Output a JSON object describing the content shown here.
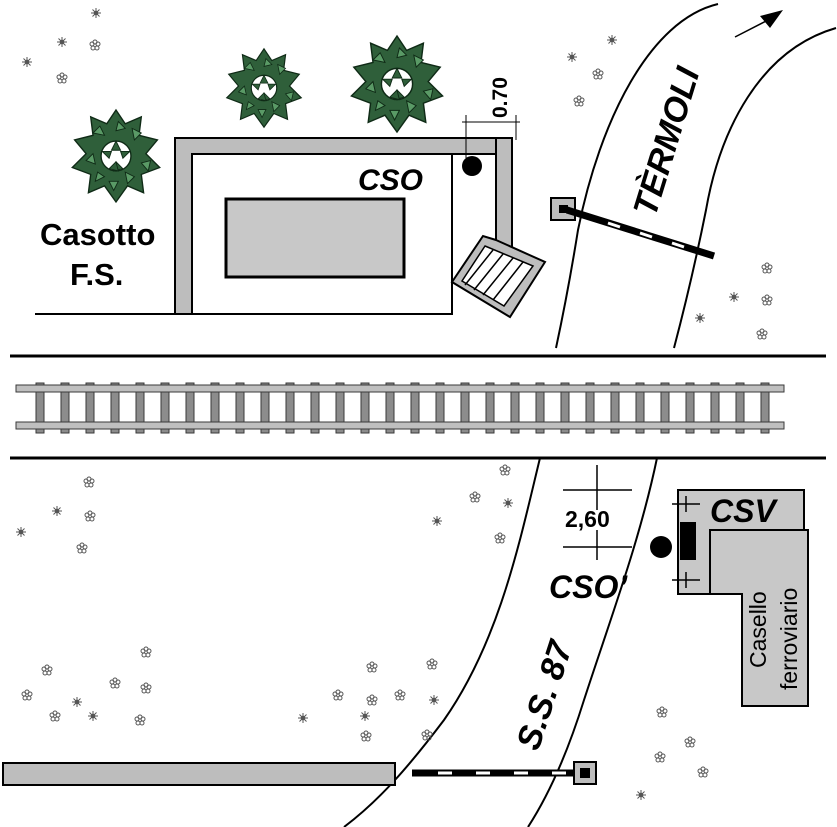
{
  "labels": {
    "casotto_line1": "Casotto",
    "casotto_line2": "F.S.",
    "cso_top": "CSO",
    "dim_070": "0.70",
    "termoli": "TÈRMOLI",
    "dim_260": "2,60",
    "csv": "CSV",
    "cso_bottom": "CSO’",
    "casello_line1": "Casello",
    "casello_line2": "ferroviario",
    "road": "S.S. 87"
  },
  "colors": {
    "building_gray": "#c8c8c8",
    "wall_gray": "#bdbdbd",
    "track_gray": "#8c8c8c",
    "tree_dark": "#2f5f3a",
    "tree_mid": "#4f8a5c",
    "line_black": "#000000"
  },
  "icons": {
    "tree": "tree-icon",
    "shrub": "shrub-asterisk-icon",
    "signal": "signal-dot-icon",
    "barrier": "level-crossing-barrier-icon",
    "direction": "direction-arrow-icon"
  }
}
